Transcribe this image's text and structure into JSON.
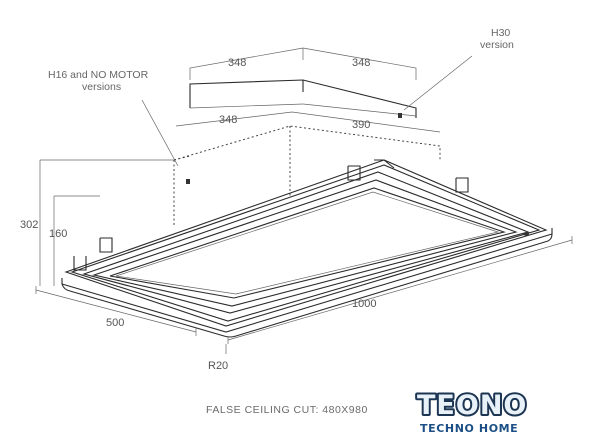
{
  "dimensions": {
    "top_depth_left": "348",
    "top_depth_right": "348",
    "inner_width": "348",
    "inner_depth": "390",
    "total_height": "302",
    "body_height": "160",
    "depth": "500",
    "length": "1000",
    "corner_radius": "R20"
  },
  "notes": {
    "h16_line1": "H16 and NO MOTOR",
    "h16_line2": "versions",
    "h30_line1": "H30",
    "h30_line2": "version"
  },
  "footer": {
    "cutout": "FALSE CEILING CUT: 480X980"
  },
  "logo": {
    "main": "TEONO",
    "sub": "TECHNO HOME",
    "colors": {
      "dark": "#1b3552",
      "light": "#e8f1f8",
      "accent": "#1b4f86"
    }
  }
}
